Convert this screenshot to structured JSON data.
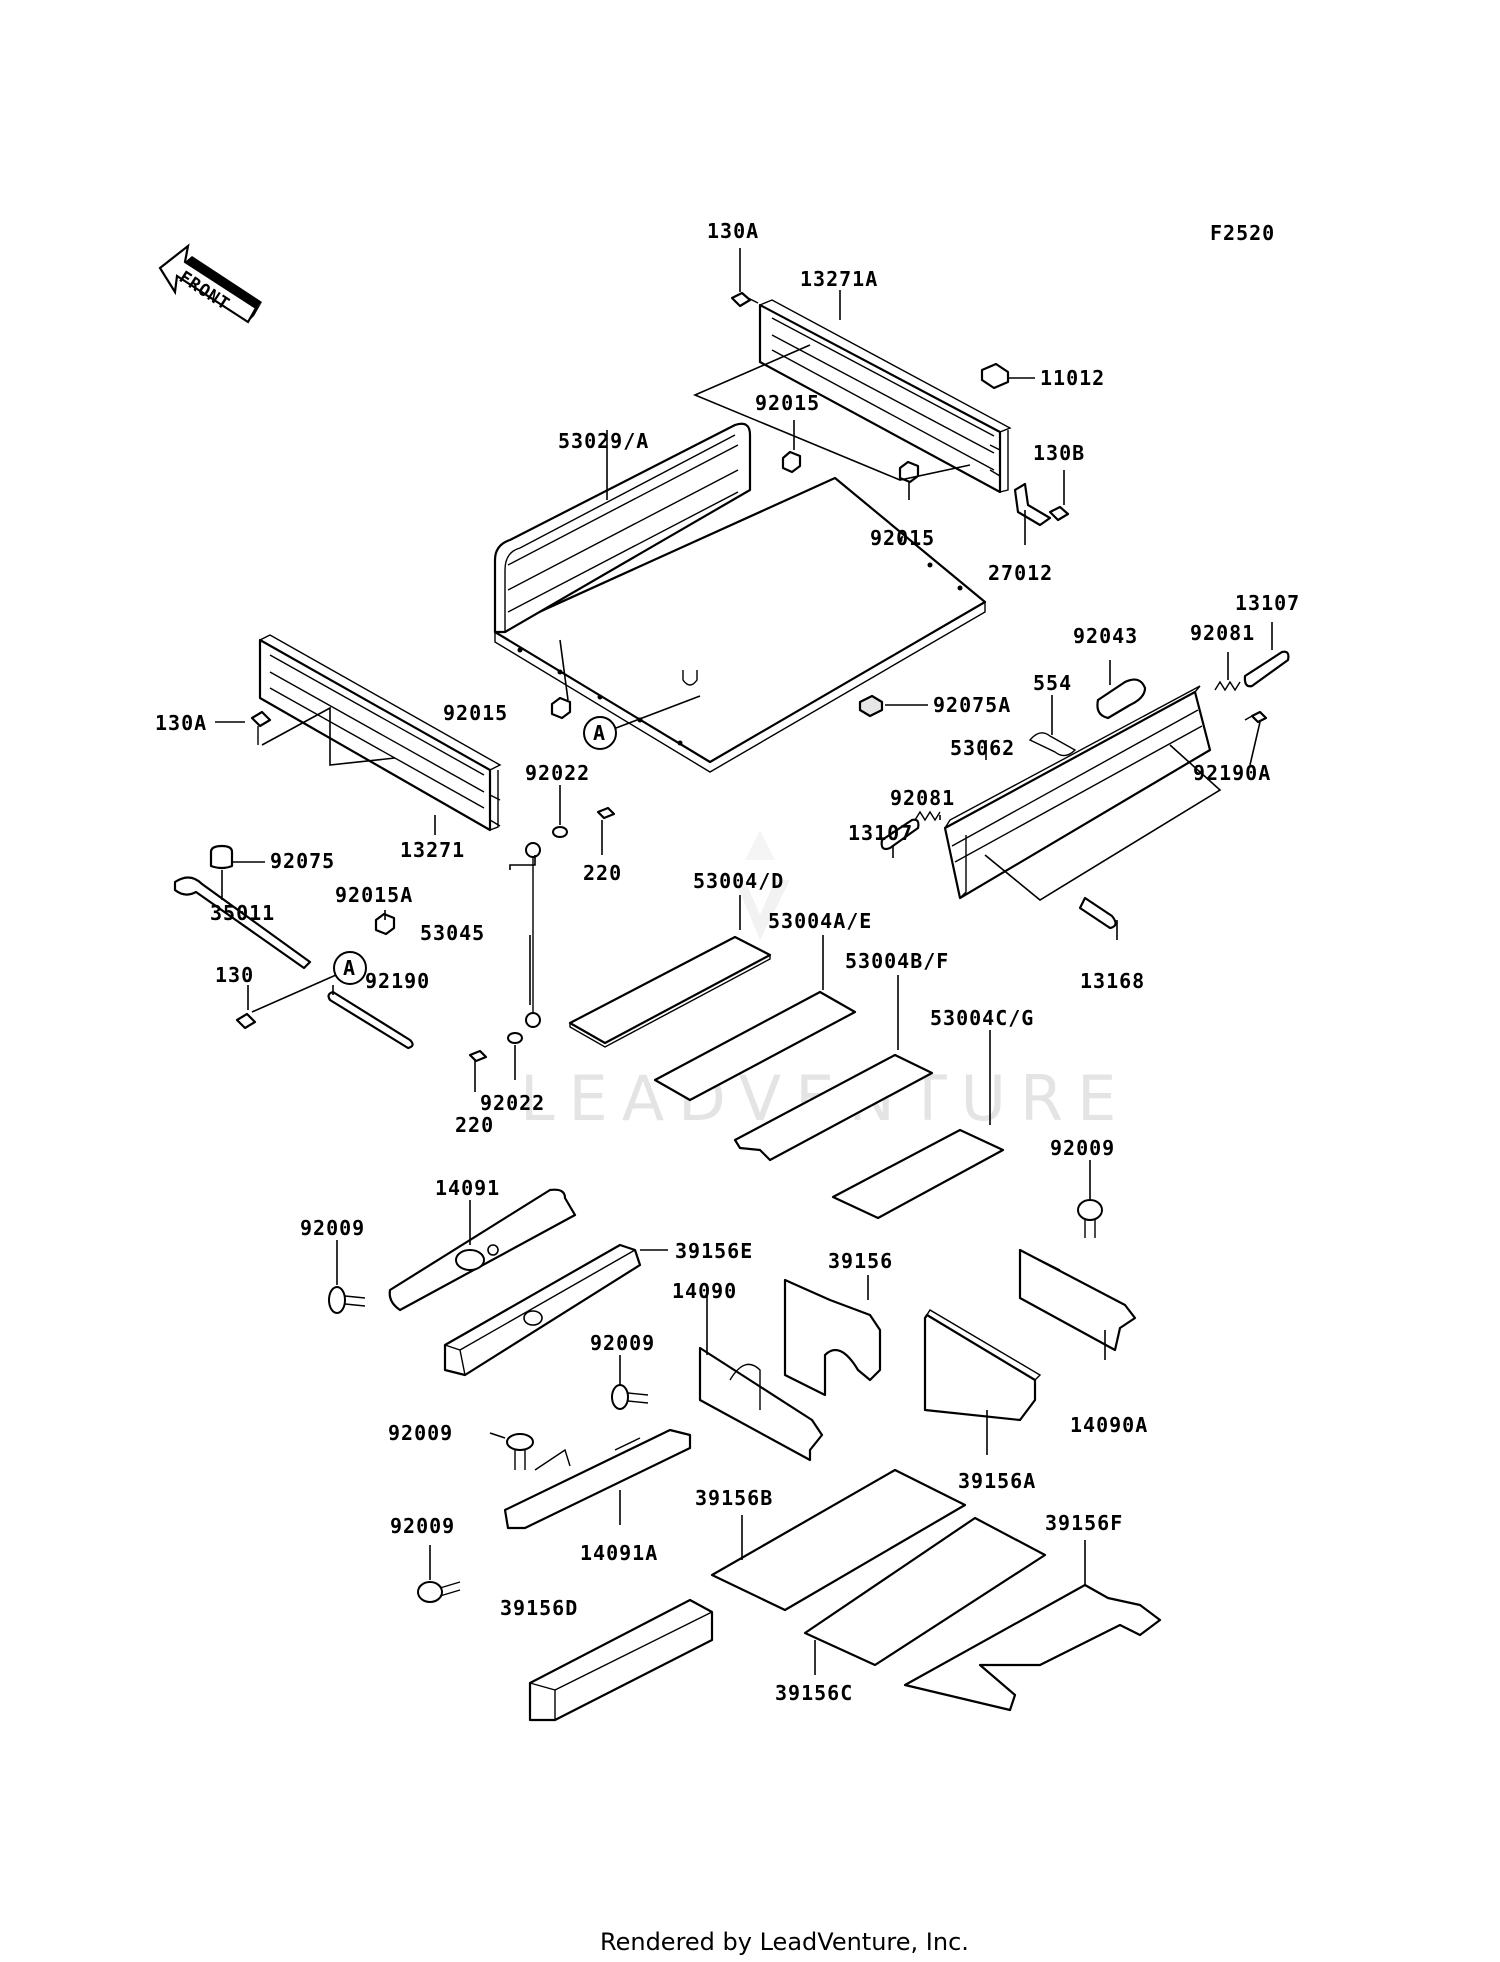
{
  "figure_code": "F2520",
  "front_label": "FRONT",
  "watermark": "LEADVENTURE",
  "footer": "Rendered by LeadVenture, Inc.",
  "callout_a": "A",
  "labels": {
    "p130A_top": "130A",
    "p13271A": "13271A",
    "p11012": "11012",
    "p92015_a": "92015",
    "p130B": "130B",
    "p53029A": "53029/A",
    "p92015_b": "92015",
    "p27012": "27012",
    "p13107_a": "13107",
    "p92043": "92043",
    "p92081_a": "92081",
    "p92015_c": "92015",
    "p554": "554",
    "p92075A": "92075A",
    "p130A_left": "130A",
    "p53062": "53062",
    "p92190A": "92190A",
    "p92022_a": "92022",
    "p92081_b": "92081",
    "p13271": "13271",
    "p13107_b": "13107",
    "p220_a": "220",
    "p92075": "92075",
    "p53004D": "53004/D",
    "p92015A": "92015A",
    "p35011": "35011",
    "p53004AE": "53004A/E",
    "p53045": "53045",
    "p13168": "13168",
    "p53004BF": "53004B/F",
    "p130": "130",
    "p92190": "92190",
    "p53004CG": "53004C/G",
    "p220_b": "220",
    "p92022_b": "92022",
    "p92009_a": "92009",
    "p14091": "14091",
    "p92009_b": "92009",
    "p39156E": "39156E",
    "p39156": "39156",
    "p14090": "14090",
    "p92009_c": "92009",
    "p14090A": "14090A",
    "p92009_d": "92009",
    "p39156A": "39156A",
    "p39156B": "39156B",
    "p39156F": "39156F",
    "p92009_e": "92009",
    "p14091A": "14091A",
    "p39156D": "39156D",
    "p39156C": "39156C"
  }
}
